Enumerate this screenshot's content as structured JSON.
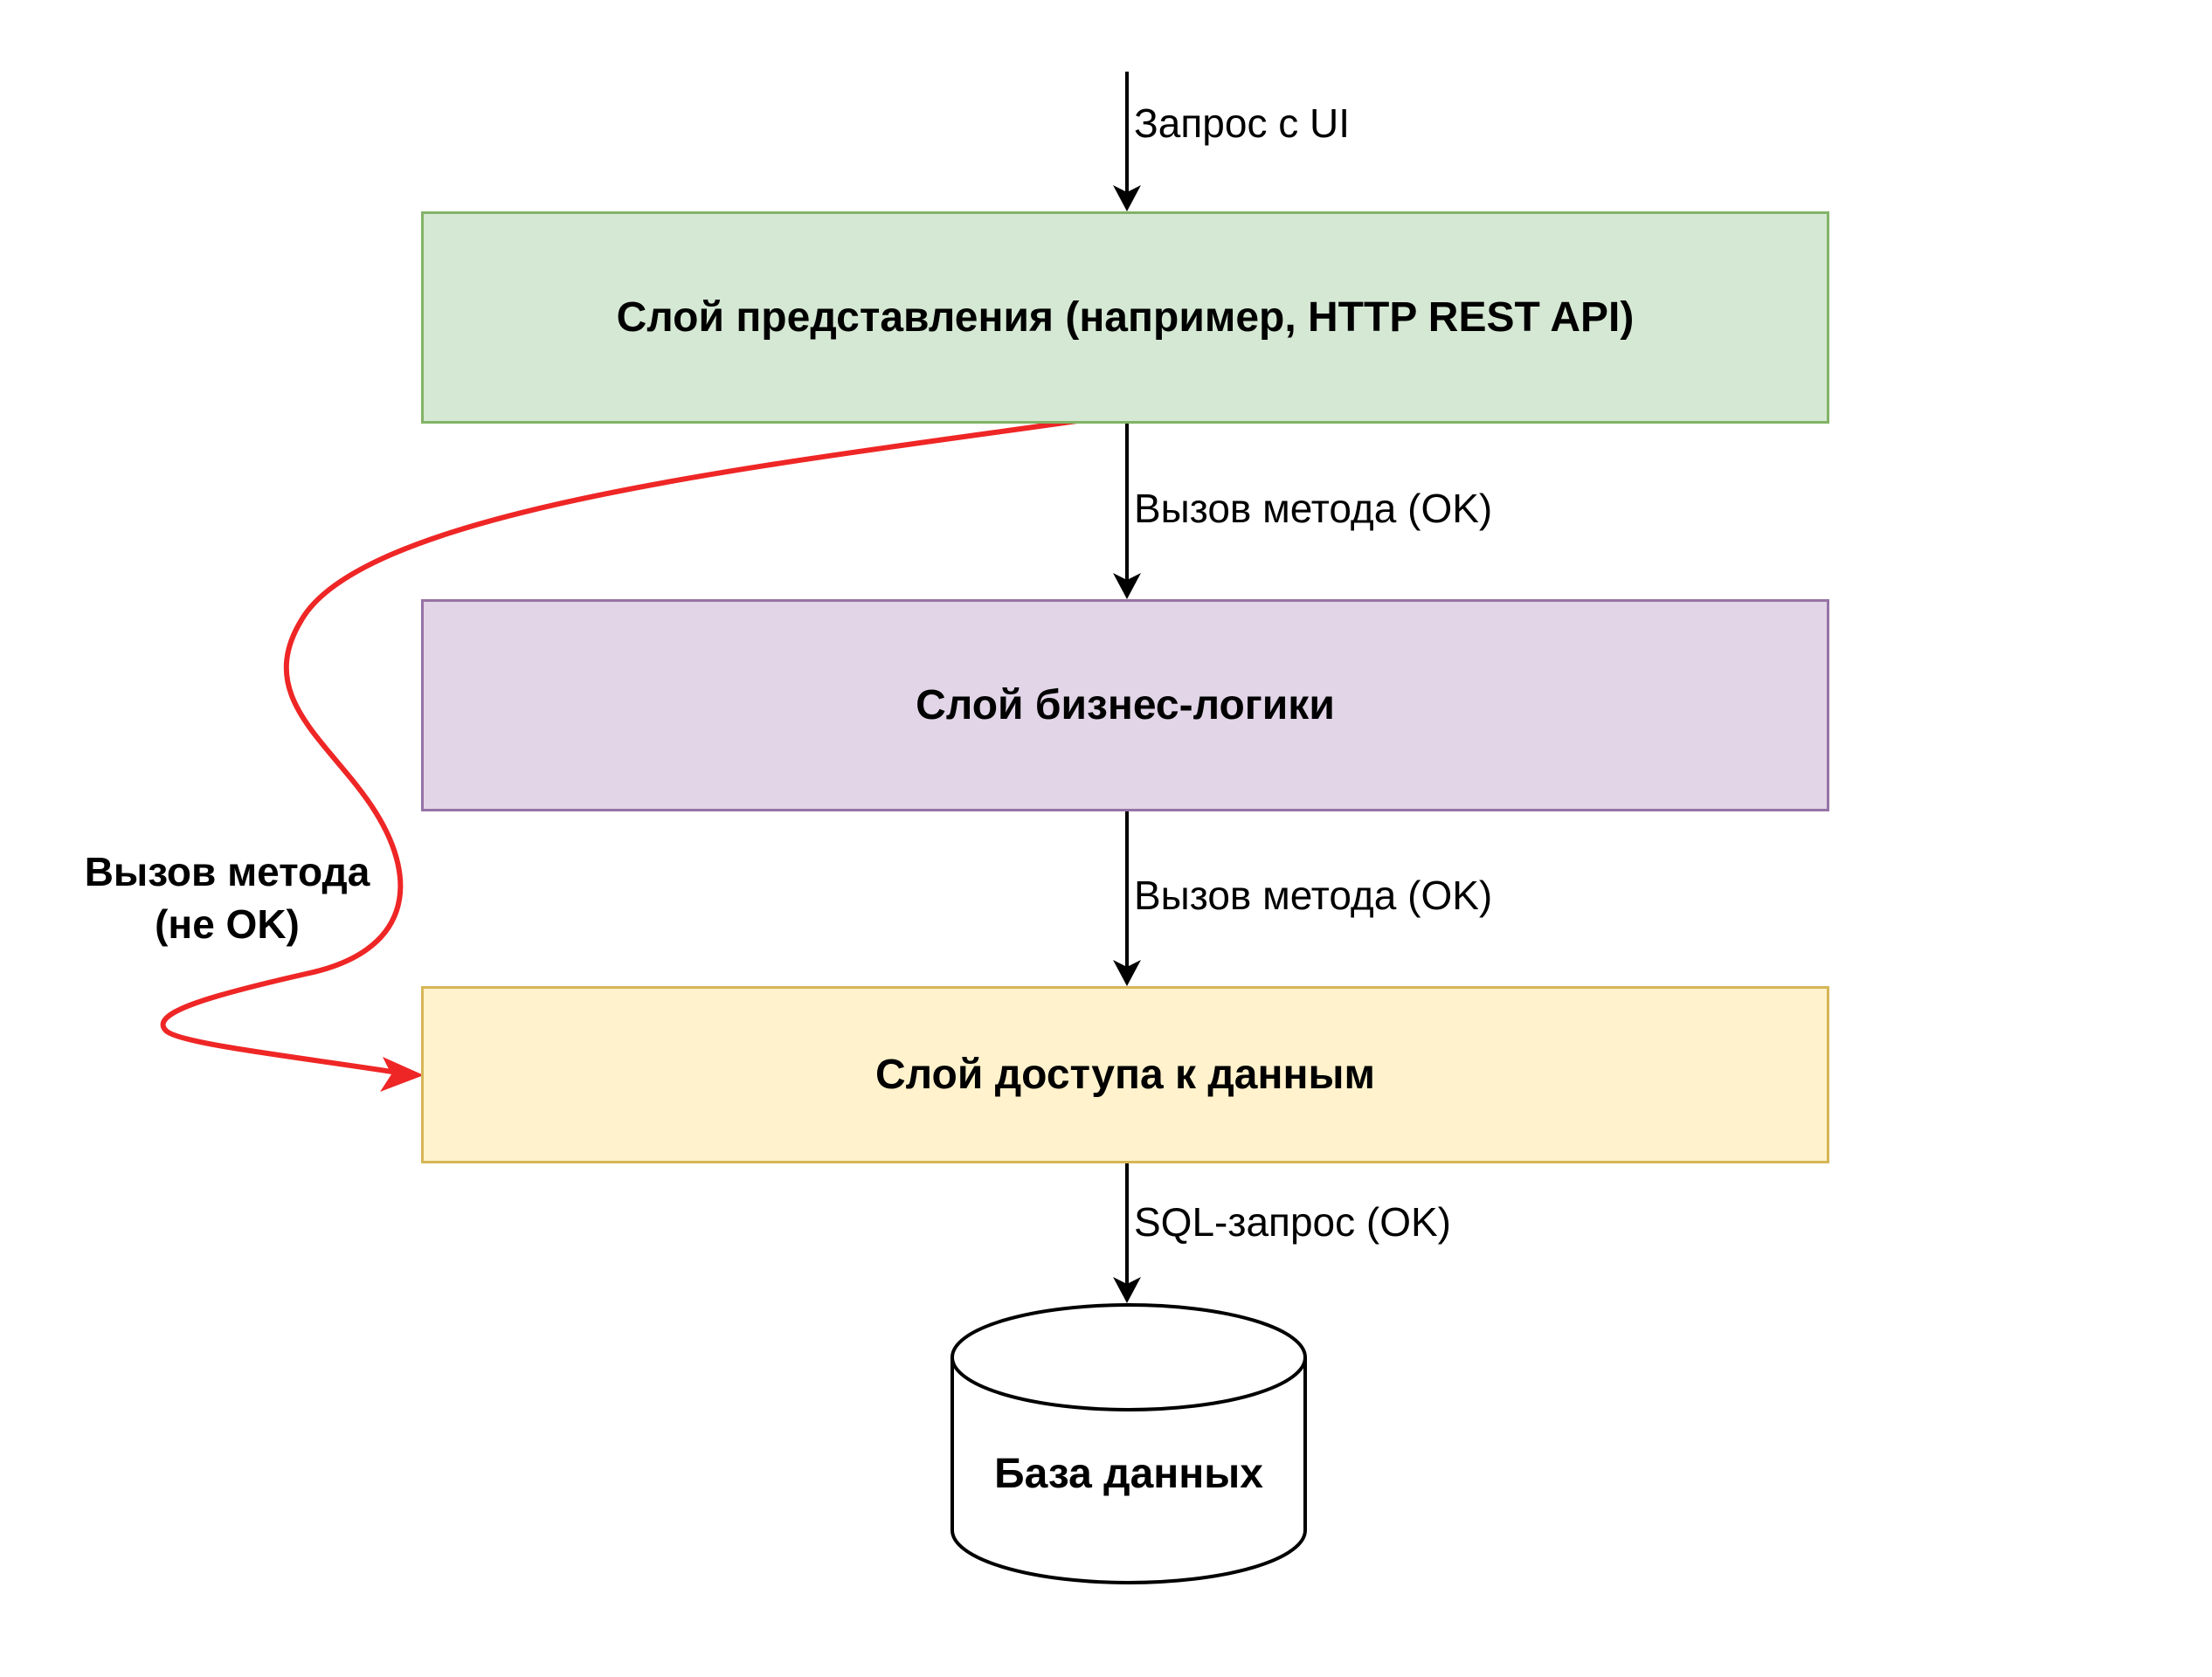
{
  "layers": {
    "presentation": "Слой представления (например, HTTP REST API)",
    "business": "Слой бизнес-логики",
    "data_access": "Слой доступа к данным"
  },
  "database": {
    "label": "База данных"
  },
  "arrows": {
    "ui_request": "Запрос с UI",
    "presentation_to_business": "Вызов метода (OK)",
    "business_to_data": "Вызов метода (OK)",
    "data_to_db": "SQL-запрос (OK)",
    "bypass": [
      "Вызов метода",
      "(не OK)"
    ]
  },
  "colors": {
    "presentation_fill": "#d5e8d4",
    "presentation_border": "#82b366",
    "business_fill": "#e1d5e7",
    "business_border": "#9673a6",
    "data_access_fill": "#fff2cc",
    "data_access_border": "#d6b656",
    "bypass_arrow": "#ef2626",
    "arrow": "#000000"
  }
}
